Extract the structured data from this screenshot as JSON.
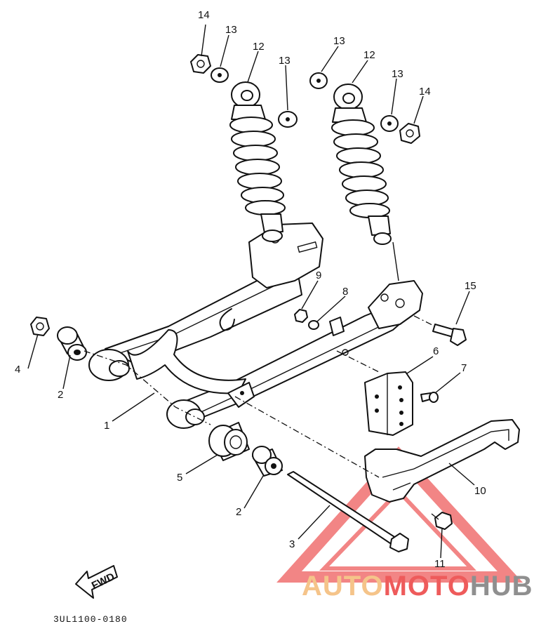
{
  "diagram": {
    "callouts": [
      {
        "id": "c14a",
        "label": "14"
      },
      {
        "id": "c13a",
        "label": "13"
      },
      {
        "id": "c12a",
        "label": "12"
      },
      {
        "id": "c13b",
        "label": "13"
      },
      {
        "id": "c13c",
        "label": "13"
      },
      {
        "id": "c12b",
        "label": "12"
      },
      {
        "id": "c13d",
        "label": "13"
      },
      {
        "id": "c14b",
        "label": "14"
      },
      {
        "id": "c9",
        "label": "9"
      },
      {
        "id": "c8",
        "label": "8"
      },
      {
        "id": "c15",
        "label": "15"
      },
      {
        "id": "c4",
        "label": "4"
      },
      {
        "id": "c2a",
        "label": "2"
      },
      {
        "id": "c6",
        "label": "6"
      },
      {
        "id": "c7",
        "label": "7"
      },
      {
        "id": "c1",
        "label": "1"
      },
      {
        "id": "c5",
        "label": "5"
      },
      {
        "id": "c10",
        "label": "10"
      },
      {
        "id": "c2b",
        "label": "2"
      },
      {
        "id": "c3",
        "label": "3"
      },
      {
        "id": "c11",
        "label": "11"
      }
    ],
    "fwd_label": "FWD",
    "part_code": "3UL1100-0180"
  },
  "watermark": {
    "auto": "AUTO",
    "moto": "MOTO",
    "hub": "HUB",
    "colors": {
      "auto": "#f5c48a",
      "moto": "#ee5b5b",
      "hub": "#8f8f8f",
      "triangle": "#f07070"
    }
  }
}
